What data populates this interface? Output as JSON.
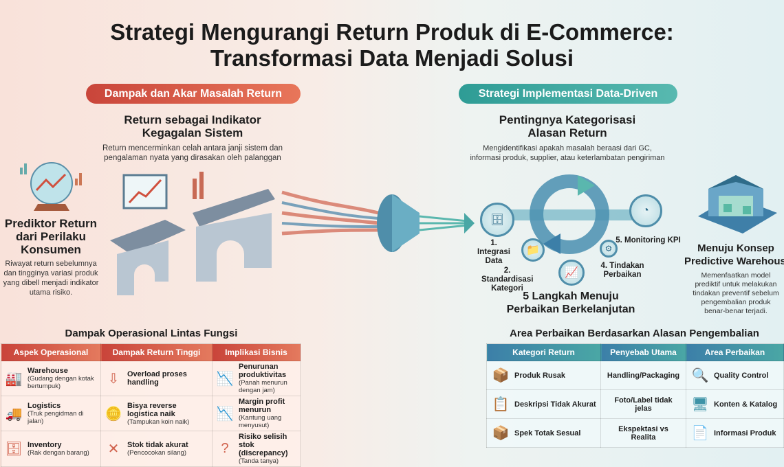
{
  "title": {
    "line1": "Strategi Mengurangi Return Produk di E-Commerce:",
    "line2": "Transformasi Data Menjadi Solusi"
  },
  "left": {
    "pill": "Dampak dan Akar Masalah Return",
    "indicator": {
      "title1": "Return sebagai Indikator",
      "title2": "Kegagalan Sistem",
      "desc1": "Return mencerminkan celah antara janji sistem dan",
      "desc2": "pengalaman nyata yang dirasakan oleh palanggan"
    },
    "predictor": {
      "title1": "Prediktor Return",
      "title2": "dari Perilaku",
      "title3": "Konsumen",
      "desc1": "Riwayat return sebelumnya",
      "desc2": "dan tingginya variasi produk",
      "desc3": "yang dibell menjadi indikator",
      "desc4": "utama risiko."
    },
    "table": {
      "heading": "Dampak Operasional Lintas Fungsi",
      "headers": [
        "Aspek Operasional",
        "Dampak Return Tinggi",
        "Implikasi Bisnis"
      ],
      "rows": [
        [
          {
            "icon": "warehouse-icon",
            "title": "Warehouse",
            "sub": "(Gudang dengan kotak bertumpuk)"
          },
          {
            "icon": "arrow-down-icon",
            "title": "Overload proses handling",
            "sub": ""
          },
          {
            "icon": "chart-down-icon",
            "title": "Penurunan produktivitas",
            "sub": "(Panah menurun dengan jam)"
          }
        ],
        [
          {
            "icon": "truck-icon",
            "title": "Logistics",
            "sub": "(Truk pengidman di jalan)"
          },
          {
            "icon": "coins-icon",
            "title": "Bisya reverse logistica naik",
            "sub": "(Tampukan koin naik)"
          },
          {
            "icon": "chart-down-icon",
            "title": "Margin profit menurun",
            "sub": "(Kantung uang menyusut)"
          }
        ],
        [
          {
            "icon": "shelf-icon",
            "title": "Inventory",
            "sub": "(Rak dengan barang)"
          },
          {
            "icon": "cross-icon",
            "title": "Stok tidak akurat",
            "sub": "(Pencocokan silang)"
          },
          {
            "icon": "question-icon",
            "title": "Risiko selisih stok (discrepancy)",
            "sub": "(Tanda tanya)"
          }
        ]
      ]
    }
  },
  "right": {
    "pill": "Strategi Implementasi Data-Driven",
    "categorization": {
      "title1": "Pentingnya Kategorisasi",
      "title2": "Alasan Return",
      "desc1": "Mengidentifikasi apakah masalah beraasi dari GC,",
      "desc2": "informasi produk, supplier, atau keterlambatan pengiriman"
    },
    "cycle": {
      "steps": [
        "1. Integrasi Data",
        "2. Standardisasi Kategori",
        "4. Tindakan Perbaikan",
        "5. Monitoring KPI"
      ],
      "title1": "5 Langkah Menuju",
      "title2": "Perbaikan Berkelanjutan"
    },
    "warehouse": {
      "title1": "Menuju Konsep",
      "title2": "Predictive Warehouse",
      "desc1": "Memenfaatkan model",
      "desc2": "prediktif untuk melakukan",
      "desc3": "tindakan preventif sebelum",
      "desc4": "pengembalian produk",
      "desc5": "benar-benar terjadi."
    },
    "table": {
      "heading": "Area Perbaikan Berdasarkan Alasan Pengembalian",
      "headers": [
        "Kategori Return",
        "Penyebab Utama",
        "Area Perbaikan"
      ],
      "rows": [
        [
          {
            "icon": "box-icon",
            "text": "Produk Rusak"
          },
          {
            "text": "Handling/Packaging"
          },
          {
            "icon": "magnifier-icon",
            "text": "Quality Control"
          }
        ],
        [
          {
            "icon": "tablet-icon",
            "text": "Deskripsi Tidak Akurat"
          },
          {
            "text": "Foto/Label tidak jelas"
          },
          {
            "icon": "monitor-icon",
            "text": "Konten & Katalog"
          }
        ],
        [
          {
            "icon": "box-icon",
            "text": "Spek Totak Sesual"
          },
          {
            "text": "Ekspektasi vs Realita"
          },
          {
            "icon": "document-icon",
            "text": "Informasi Produk"
          }
        ]
      ]
    }
  },
  "colors": {
    "red": "#c9453a",
    "teal": "#2e9c95",
    "blue": "#3c7fa8"
  }
}
